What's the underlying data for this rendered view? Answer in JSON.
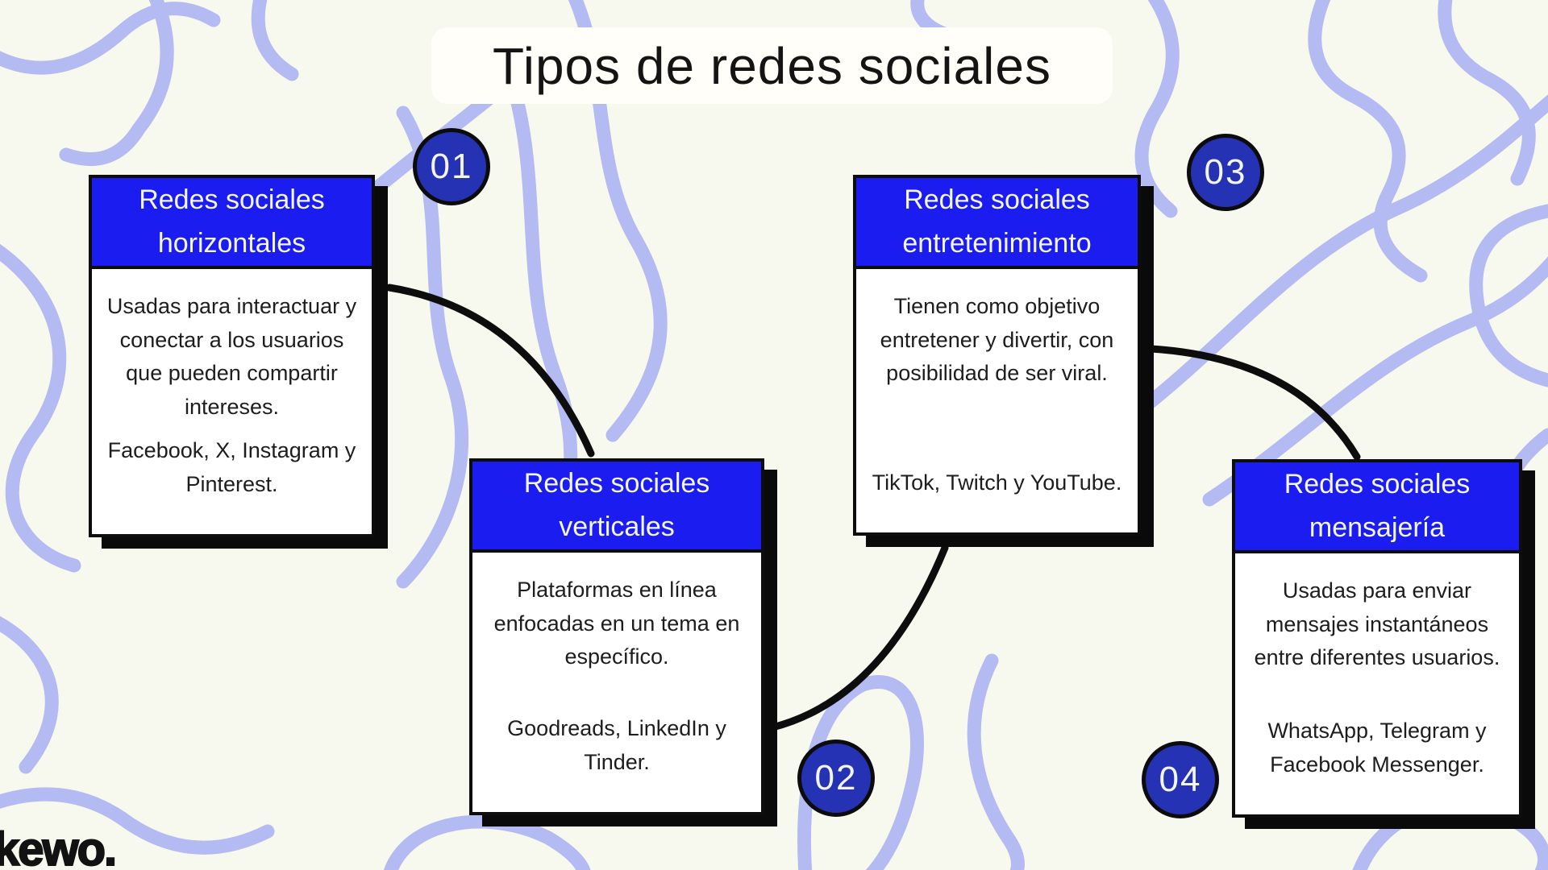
{
  "title": "Tipos de redes sociales",
  "brand": "kewo.",
  "colors": {
    "background": "#f8f9ee",
    "squiggle": "#b4baf2",
    "header_blue": "#1b1cf0",
    "circle_blue": "#2532b3",
    "card_border": "#0d0d0d",
    "connector_black": "#0d0d0d"
  },
  "cards": [
    {
      "number": "01",
      "title_line1": "Redes sociales",
      "title_line2": "horizontales",
      "description": "Usadas para interactuar y conectar a los usuarios que pueden compartir intereses.",
      "examples": "Facebook, X, Instagram y Pinterest."
    },
    {
      "number": "02",
      "title_line1": "Redes sociales",
      "title_line2": "verticales",
      "description": "Plataformas en línea enfocadas en un tema en específico.",
      "examples": "Goodreads, LinkedIn y Tinder."
    },
    {
      "number": "03",
      "title_line1": "Redes sociales",
      "title_line2": "entretenimiento",
      "description": "Tienen como objetivo entretener y divertir, con posibilidad de ser viral.",
      "examples": "TikTok, Twitch y YouTube."
    },
    {
      "number": "04",
      "title_line1": "Redes sociales",
      "title_line2": "mensajería",
      "description": "Usadas para enviar mensajes instantáneos entre diferentes usuarios.",
      "examples": "WhatsApp, Telegram y Facebook Messenger."
    }
  ]
}
